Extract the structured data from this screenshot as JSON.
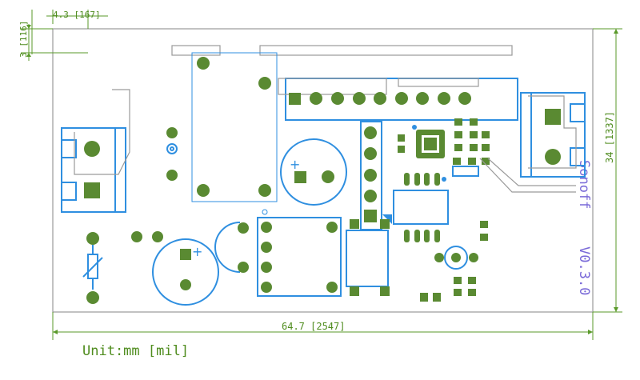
{
  "dimensions": {
    "top_width": "4.3 [167]",
    "top_height": "3 [116]",
    "board_width": "64.7 [2547]",
    "board_height": "34 [1337]"
  },
  "units_label": "Unit:mm [mil]",
  "brand_text": "Sonoff",
  "version_text": "V0.3.0",
  "colors": {
    "board_outline": "#9a9a9a",
    "silkscreen": "#2f8fe0",
    "pad": "#5a8a32",
    "dimension": "#4f8c1e",
    "brand": "#7a6ad8"
  }
}
